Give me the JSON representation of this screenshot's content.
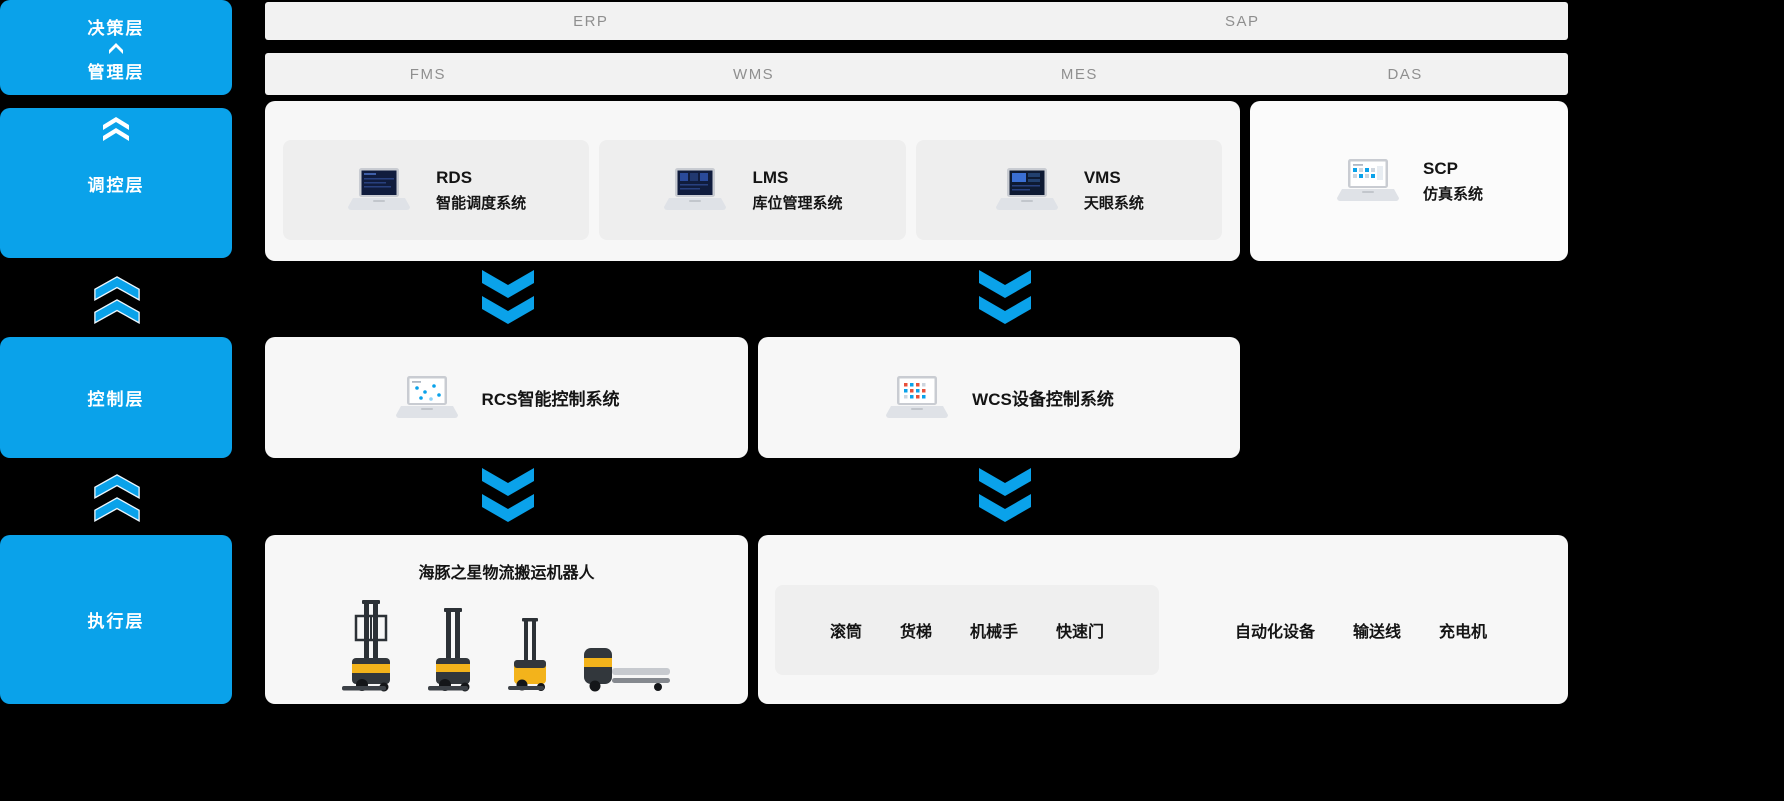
{
  "colors": {
    "accent": "#0aa2ea",
    "background": "#000000",
    "panel": "#f7f7f7",
    "card": "#eeeeee",
    "top_bar": "#f2f2f2",
    "top_bar_text": "#8f8f8f",
    "label_text": "#141414",
    "robot_yellow": "#f3b31b"
  },
  "sidebar": {
    "decision_label": "决策层",
    "management_label": "管理层",
    "regulation_label": "调控层",
    "control_label": "控制层",
    "execution_label": "执行层"
  },
  "top_bars": {
    "erp": "ERP",
    "sap": "SAP",
    "fms": "FMS",
    "wms": "WMS",
    "mes": "MES",
    "das": "DAS"
  },
  "regulation": {
    "cards": [
      {
        "code": "RDS",
        "name": "智能调度系统"
      },
      {
        "code": "LMS",
        "name": "库位管理系统"
      },
      {
        "code": "VMS",
        "name": "天眼系统"
      }
    ],
    "scp_code": "SCP",
    "scp_name": "仿真系统"
  },
  "control": {
    "rcs_label": "RCS智能控制系统",
    "wcs_label": "WCS设备控制系统"
  },
  "execution": {
    "robots_title": "海豚之星物流搬运机器人",
    "inner_devices": [
      "滚筒",
      "货梯",
      "机械手",
      "快速门"
    ],
    "outer_devices": [
      "自动化设备",
      "输送线",
      "充电机"
    ]
  }
}
